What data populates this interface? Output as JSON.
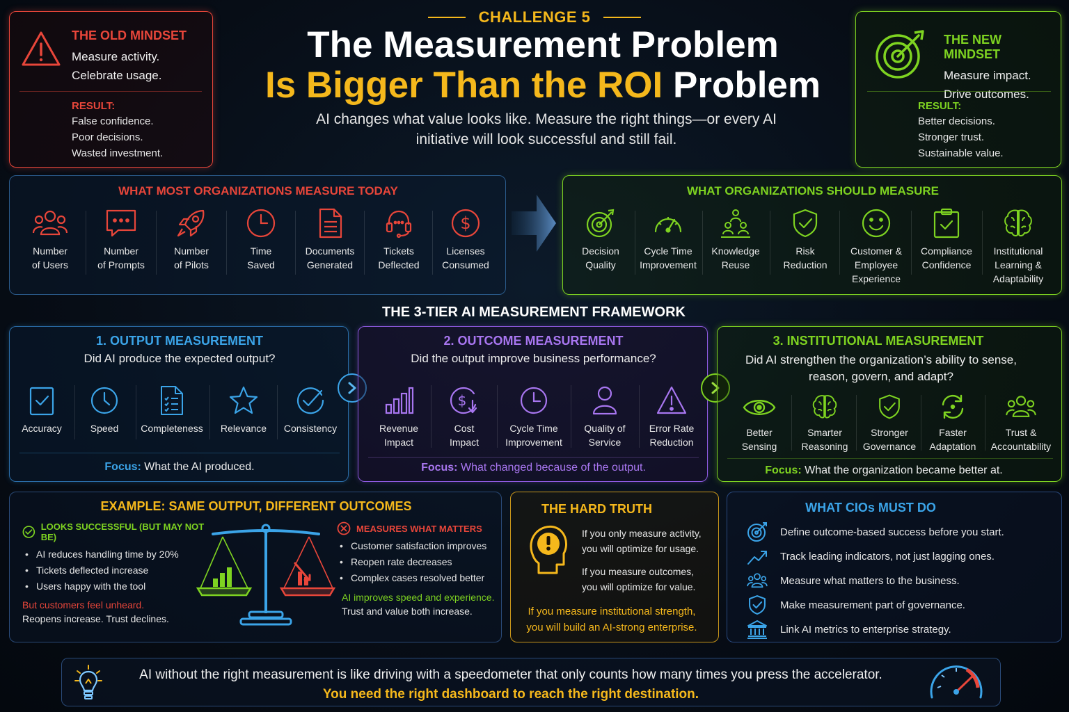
{
  "header": {
    "challenge": "CHALLENGE 5",
    "title_line1": "The Measurement Problem",
    "title_line2_highlight": "Is Bigger Than the ROI",
    "title_line2_rest": " Problem",
    "subtitle_line1": "AI changes what value looks like. Measure the right things—or every AI",
    "subtitle_line2": "initiative will look successful and still fail."
  },
  "old_mindset": {
    "heading": "THE OLD MINDSET",
    "lines": [
      "Measure activity.",
      "Celebrate usage."
    ],
    "result_label": "RESULT:",
    "results": [
      "False confidence.",
      "Poor decisions.",
      "Wasted investment."
    ]
  },
  "new_mindset": {
    "heading": "THE NEW MINDSET",
    "lines": [
      "Measure impact.",
      "Drive outcomes."
    ],
    "result_label": "RESULT:",
    "results": [
      "Better decisions.",
      "Stronger trust.",
      "Sustainable value."
    ]
  },
  "measure_today": {
    "heading": "WHAT MOST ORGANIZATIONS MEASURE TODAY",
    "items": [
      {
        "l1": "Number",
        "l2": "of Users",
        "icon": "users-icon"
      },
      {
        "l1": "Number",
        "l2": "of Prompts",
        "icon": "chat-icon"
      },
      {
        "l1": "Number",
        "l2": "of Pilots",
        "icon": "rocket-icon"
      },
      {
        "l1": "Time",
        "l2": "Saved",
        "icon": "clock-icon"
      },
      {
        "l1": "Documents",
        "l2": "Generated",
        "icon": "document-icon"
      },
      {
        "l1": "Tickets",
        "l2": "Deflected",
        "icon": "headset-icon"
      },
      {
        "l1": "Licenses",
        "l2": "Consumed",
        "icon": "dollar-icon"
      }
    ]
  },
  "should_measure": {
    "heading": "WHAT ORGANIZATIONS SHOULD MEASURE",
    "items": [
      {
        "l1": "Decision",
        "l2": "Quality",
        "l3": "",
        "icon": "target-icon"
      },
      {
        "l1": "Cycle Time",
        "l2": "Improvement",
        "l3": "",
        "icon": "gauge-icon"
      },
      {
        "l1": "Knowledge",
        "l2": "Reuse",
        "l3": "",
        "icon": "people-network-icon"
      },
      {
        "l1": "Risk",
        "l2": "Reduction",
        "l3": "",
        "icon": "shield-icon"
      },
      {
        "l1": "Customer &",
        "l2": "Employee",
        "l3": "Experience",
        "icon": "smile-icon"
      },
      {
        "l1": "Compliance",
        "l2": "Confidence",
        "l3": "",
        "icon": "clipboard-check-icon"
      },
      {
        "l1": "Institutional",
        "l2": "Learning &",
        "l3": "Adaptability",
        "icon": "brain-icon"
      }
    ]
  },
  "framework": {
    "heading": "THE 3-TIER AI MEASUREMENT FRAMEWORK",
    "tier1": {
      "title": "1. OUTPUT MEASUREMENT",
      "question": "Did AI produce the expected output?",
      "items": [
        "Accuracy",
        "Speed",
        "Completeness",
        "Relevance",
        "Consistency"
      ],
      "focus_label": "Focus:",
      "focus_text": " What the AI produced."
    },
    "tier2": {
      "title": "2. OUTCOME MEASUREMENT",
      "question": "Did the output improve business performance?",
      "items": [
        {
          "l1": "Revenue",
          "l2": "Impact"
        },
        {
          "l1": "Cost",
          "l2": "Impact"
        },
        {
          "l1": "Cycle Time",
          "l2": "Improvement"
        },
        {
          "l1": "Quality of",
          "l2": "Service"
        },
        {
          "l1": "Error Rate",
          "l2": "Reduction"
        }
      ],
      "focus_label": "Focus:",
      "focus_text": " What changed because of the output."
    },
    "tier3": {
      "title": "3. INSTITUTIONAL MEASUREMENT",
      "question_line1": "Did AI strengthen the organization’s ability to sense,",
      "question_line2": "reason, govern, and adapt?",
      "items": [
        {
          "l1": "Better",
          "l2": "Sensing"
        },
        {
          "l1": "Smarter",
          "l2": "Reasoning"
        },
        {
          "l1": "Stronger",
          "l2": "Governance"
        },
        {
          "l1": "Faster",
          "l2": "Adaptation"
        },
        {
          "l1": "Trust &",
          "l2": "Accountability"
        }
      ],
      "focus_label": "Focus:",
      "focus_text": " What the organization became better at."
    }
  },
  "example": {
    "heading": "EXAMPLE: SAME OUTPUT, DIFFERENT OUTCOMES",
    "left_title": "LOOKS SUCCESSFUL (BUT MAY NOT BE)",
    "left_bullets": [
      "AI reduces handling time by 20%",
      "Tickets deflected increase",
      "Users happy with the tool"
    ],
    "left_warning": "But customers feel unheard.",
    "left_note": "Reopens increase. Trust declines.",
    "right_title": "MEASURES WHAT MATTERS",
    "right_bullets": [
      "Customer satisfaction improves",
      "Reopen rate decreases",
      "Complex cases resolved better"
    ],
    "right_good": "AI improves speed and experience.",
    "right_note": "Trust and value both increase."
  },
  "hard_truth": {
    "heading": "THE HARD TRUTH",
    "p1_l1": "If you only measure activity,",
    "p1_l2": "you will optimize for usage.",
    "p2_l1": "If you measure outcomes,",
    "p2_l2": "you will optimize for value.",
    "p3_l1": "If you measure institutional strength,",
    "p3_l2": "you will build an AI-strong enterprise."
  },
  "cio": {
    "heading": "WHAT CIOs MUST DO",
    "items": [
      "Define outcome-based success before you start.",
      "Track leading indicators, not just lagging ones.",
      "Measure what matters to the business.",
      "Make measurement part of governance.",
      "Link AI metrics to enterprise strategy."
    ]
  },
  "footer": {
    "line1": "AI without the right measurement is like driving with a speedometer that only counts how many times you press the accelerator.",
    "line2": "You need the right dashboard to reach the right destination."
  },
  "colors": {
    "red": "#e8463a",
    "green": "#7ed321",
    "gold": "#f5b81c",
    "blue": "#3ba4e8",
    "purple": "#a876f0"
  }
}
